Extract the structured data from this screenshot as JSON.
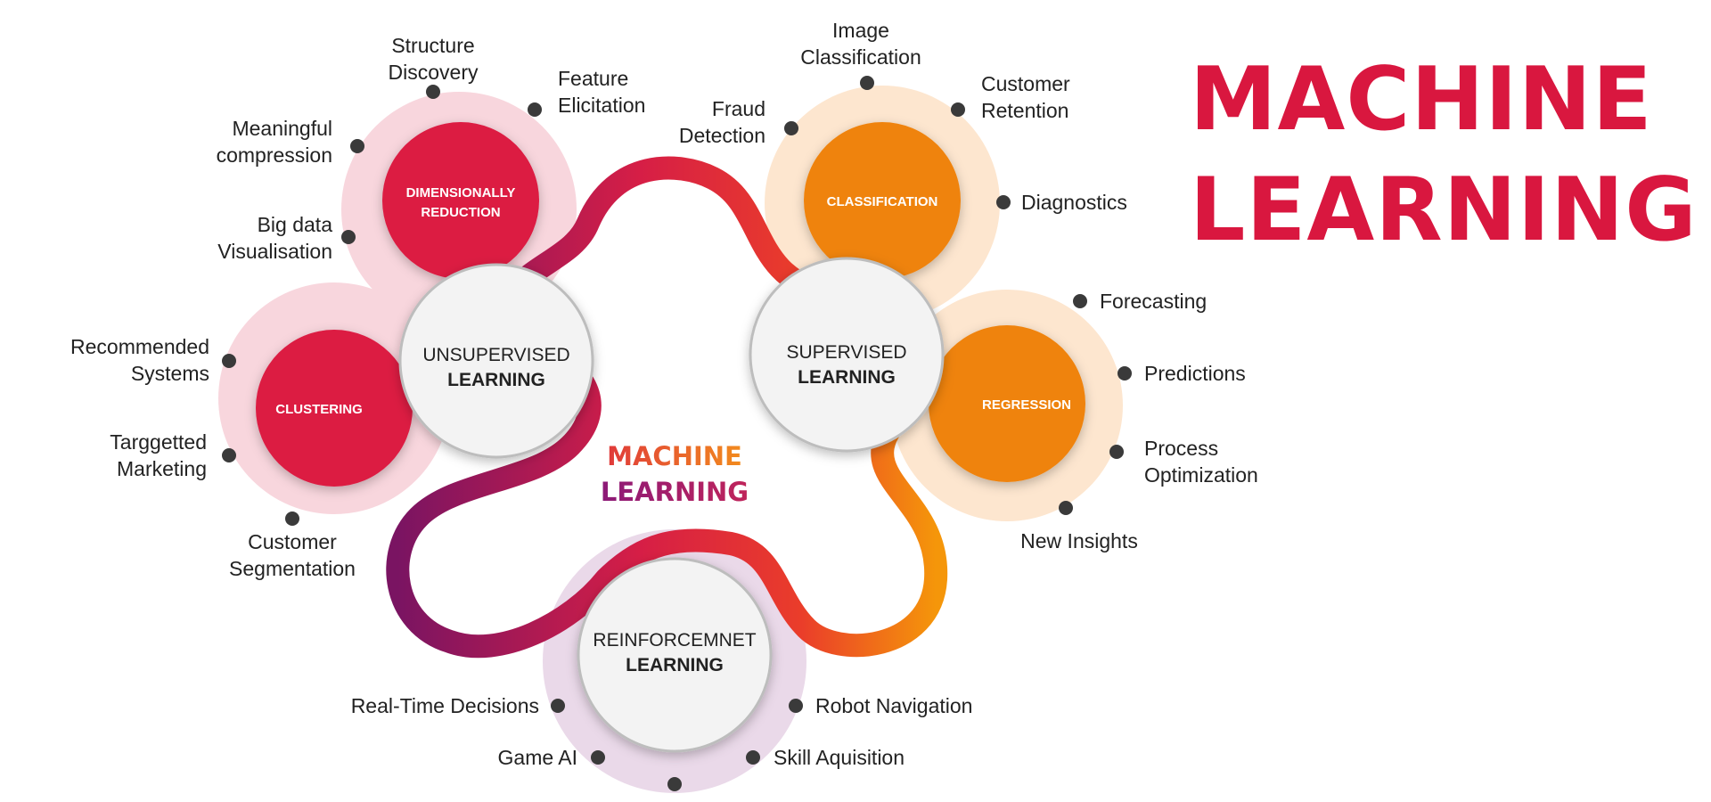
{
  "headline": {
    "line1": "MACHINE",
    "line2": "LEARNING"
  },
  "center_title": {
    "line1": "MACHINE",
    "line2": "LEARNING"
  },
  "hubs": [
    {
      "line1": "UNSUPERVISED",
      "line2": "LEARNING"
    },
    {
      "line1": "SUPERVISED",
      "line2": "LEARNING"
    },
    {
      "line1": "REINFORCEMNET",
      "line2": "LEARNING"
    }
  ],
  "categories": [
    {
      "line1": "DIMENSIONALLY",
      "line2": "REDUCTION"
    },
    {
      "line1": "CLUSTERING",
      "line2": ""
    },
    {
      "line1": "CLASSIFICATION",
      "line2": ""
    },
    {
      "line1": "REGRESSION",
      "line2": ""
    }
  ],
  "applications": {
    "dimensionality": [
      {
        "line1": "Structure",
        "line2": "Discovery"
      },
      {
        "line1": "Feature",
        "line2": "Elicitation"
      },
      {
        "line1": "Meaningful",
        "line2": "compression"
      },
      {
        "line1": "Big data",
        "line2": "Visualisation"
      }
    ],
    "clustering": [
      {
        "line1": "Recommended",
        "line2": "Systems"
      },
      {
        "line1": "Targgetted",
        "line2": "Marketing"
      },
      {
        "line1": "Customer",
        "line2": "Segmentation"
      }
    ],
    "classification": [
      {
        "line1": "Image",
        "line2": "Classification"
      },
      {
        "line1": "Customer",
        "line2": "Retention"
      },
      {
        "line1": "Fraud",
        "line2": "Detection"
      },
      {
        "line1": "Diagnostics",
        "line2": ""
      }
    ],
    "regression": [
      {
        "line1": "Forecasting",
        "line2": ""
      },
      {
        "line1": "Predictions",
        "line2": ""
      },
      {
        "line1": "Process",
        "line2": "Optimization"
      },
      {
        "line1": "New Insights",
        "line2": ""
      }
    ],
    "reinforcement": [
      {
        "line1": "Real-Time Decisions",
        "line2": ""
      },
      {
        "line1": "Robot Navigation",
        "line2": ""
      },
      {
        "line1": "Game AI",
        "line2": ""
      },
      {
        "line1": "Skill Aquisition",
        "line2": ""
      }
    ]
  },
  "colors": {
    "title_red": "#d9173f",
    "crimson": "#dc1a42",
    "crimson_halo": "#f8d6dd",
    "orange": "#ef8311",
    "orange_halo": "#fde6cf",
    "purple_halo": "#ead9e9",
    "hub_fill": "#f3f3f3",
    "dot": "#3a3a3a",
    "label_text": "#222222"
  }
}
